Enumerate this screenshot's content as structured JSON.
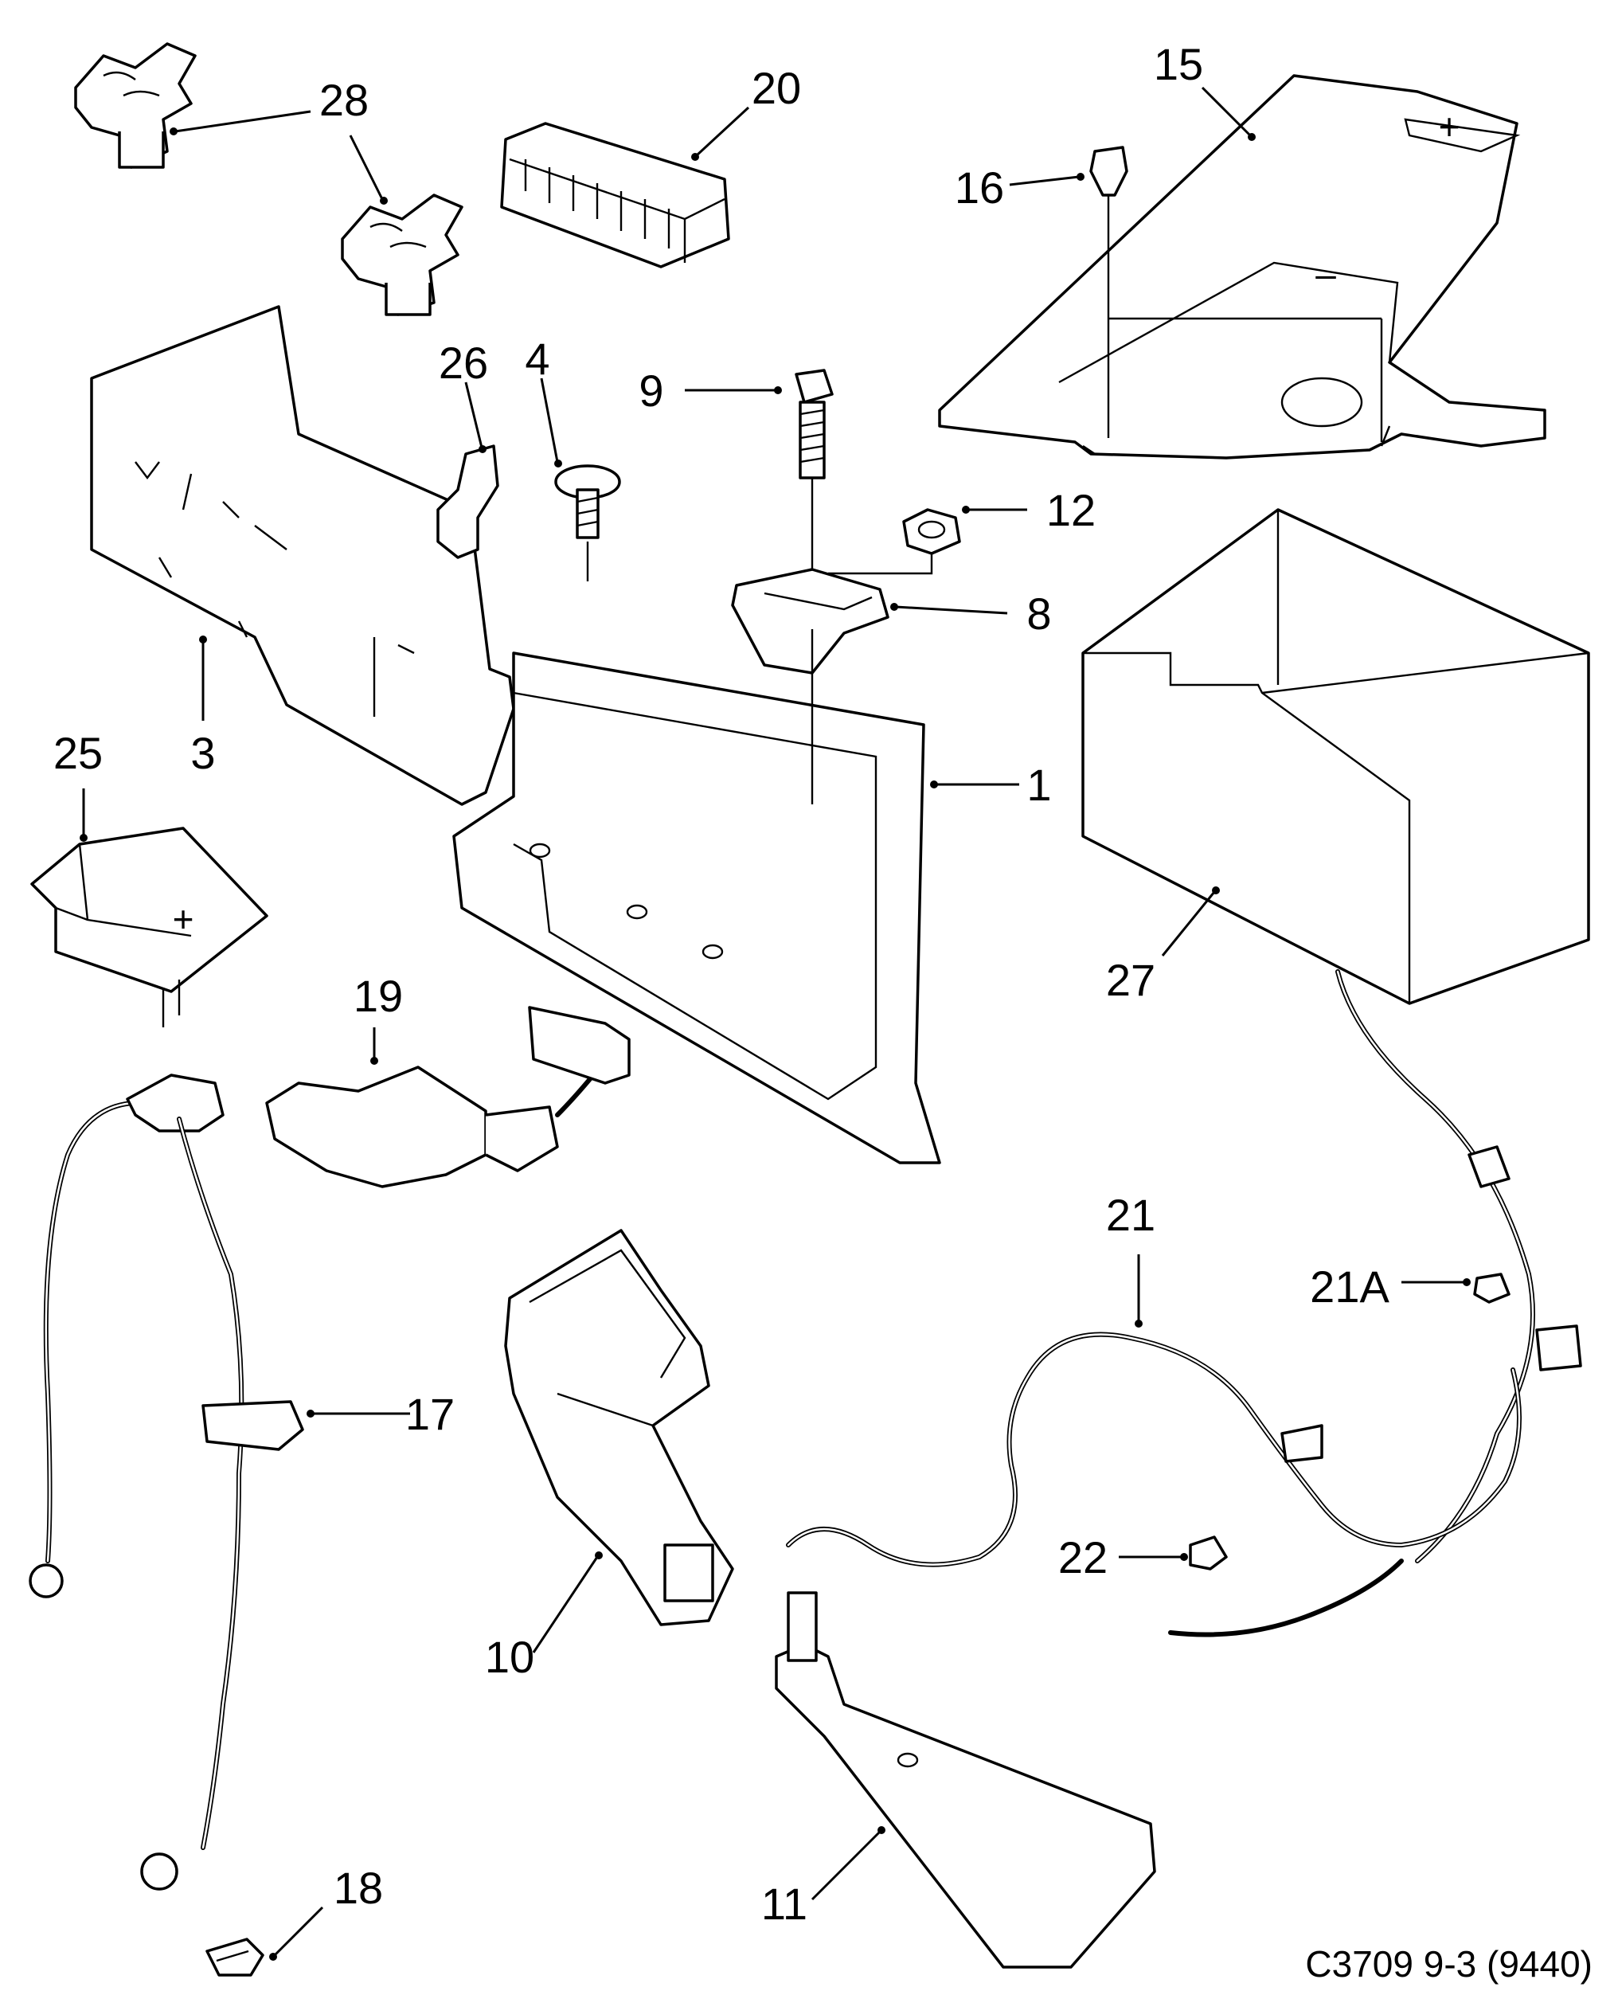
{
  "callouts": [
    {
      "id": "c28",
      "text": "28"
    },
    {
      "id": "c20",
      "text": "20"
    },
    {
      "id": "c15",
      "text": "15"
    },
    {
      "id": "c16",
      "text": "16"
    },
    {
      "id": "c26",
      "text": "26"
    },
    {
      "id": "c4",
      "text": "4"
    },
    {
      "id": "c9",
      "text": "9"
    },
    {
      "id": "c12",
      "text": "12"
    },
    {
      "id": "c8",
      "text": "8"
    },
    {
      "id": "c3",
      "text": "3"
    },
    {
      "id": "c25",
      "text": "25"
    },
    {
      "id": "c1",
      "text": "1"
    },
    {
      "id": "c27",
      "text": "27"
    },
    {
      "id": "c19",
      "text": "19"
    },
    {
      "id": "c21",
      "text": "21"
    },
    {
      "id": "c21a",
      "text": "21A"
    },
    {
      "id": "c17",
      "text": "17"
    },
    {
      "id": "c22",
      "text": "22"
    },
    {
      "id": "c10",
      "text": "10"
    },
    {
      "id": "c18",
      "text": "18"
    },
    {
      "id": "c11",
      "text": "11"
    }
  ],
  "reference": "C3709 9-3 (9440)",
  "cover_marks": {
    "plus": "+",
    "minus": "–"
  }
}
